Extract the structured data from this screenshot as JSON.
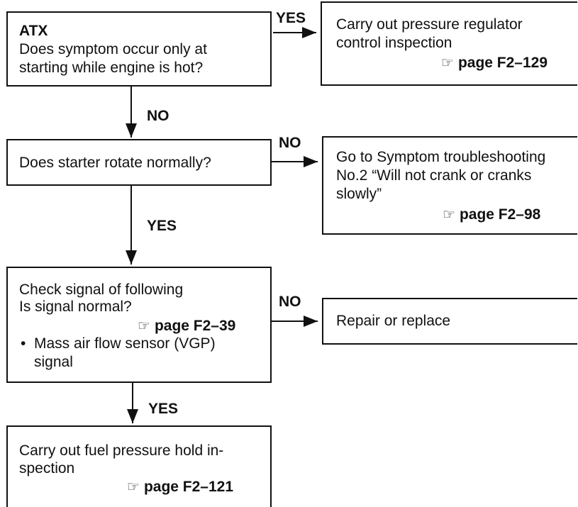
{
  "flow": {
    "box1": {
      "title": "ATX",
      "line1": "Does symptom occur only at",
      "line2": "starting while engine is hot?"
    },
    "result1": {
      "line1": "Carry out pressure regulator",
      "line2": "control inspection",
      "ref_icon": "pointing-hand-icon",
      "ref": "page F2–129"
    },
    "box2": {
      "text": "Does starter rotate normally?"
    },
    "result2": {
      "line1": "Go to Symptom troubleshooting",
      "line2": "No.2 “Will not crank or cranks",
      "line3": "slowly”",
      "ref": "page F2–98"
    },
    "box3": {
      "line1": "Check signal of following",
      "line2": "Is signal normal?",
      "ref": "page F2–39",
      "bullet": "•",
      "item1": "Mass air flow sensor (VGP)",
      "item2": "signal"
    },
    "result3": {
      "text": "Repair or replace"
    },
    "box4": {
      "line1": "Carry out fuel pressure hold in-",
      "line2": "spection",
      "ref": "page F2–121"
    },
    "labels": {
      "yes1": "YES",
      "no1": "NO",
      "no2": "NO",
      "yes2": "YES",
      "no3": "NO",
      "yes3": "YES"
    }
  }
}
